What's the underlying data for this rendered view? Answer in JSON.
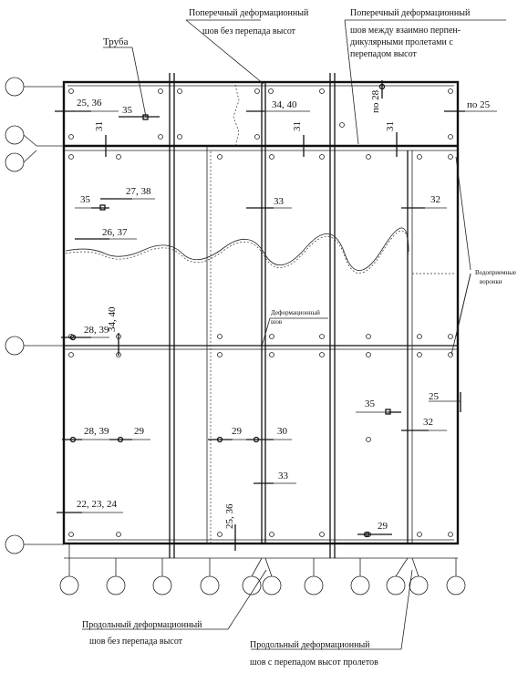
{
  "callouts": {
    "top_left_title": "Поперечный деформационный",
    "top_left_sub": "шов без перепада высот",
    "top_right_title": "Поперечный деформационный",
    "top_right_sub1": "шов между взаимно перпен-",
    "top_right_sub2": "дикулярными пролетами с",
    "top_right_sub3": "перепадом высот",
    "pipe": "Труба",
    "funnels_1": "Водоприемные",
    "funnels_2": "воронки",
    "mid_seam_1": "Деформационный",
    "mid_seam_2": "шов",
    "bottom_left_1": "Продольный деформационный",
    "bottom_left_2": "шов без перепада высот",
    "bottom_right_1": "Продольный деформационный",
    "bottom_right_2": "шов с перепадом высот пролетов"
  },
  "labels": {
    "l_25_36": "25, 36",
    "l_35a": "35",
    "l_31a": "31",
    "l_34_40a": "34, 40",
    "l_31b": "31",
    "l_po28": "по 28",
    "l_31c": "31",
    "l_po25": "по 25",
    "l_35b": "35",
    "l_27_38": "27, 38",
    "l_33a": "33",
    "l_32a": "32",
    "l_26_37": "26, 37",
    "l_28_39a": "28, 39",
    "l_34_40b": "34, 40",
    "l_35c": "35",
    "l_25": "25",
    "l_32b": "32",
    "l_28_39b": "28, 39",
    "l_29a": "29",
    "l_29b": "29",
    "l_30": "30",
    "l_33b": "33",
    "l_22_23_24": "22, 23, 24",
    "l_25_36b": "25, 36",
    "l_29c": "29"
  }
}
